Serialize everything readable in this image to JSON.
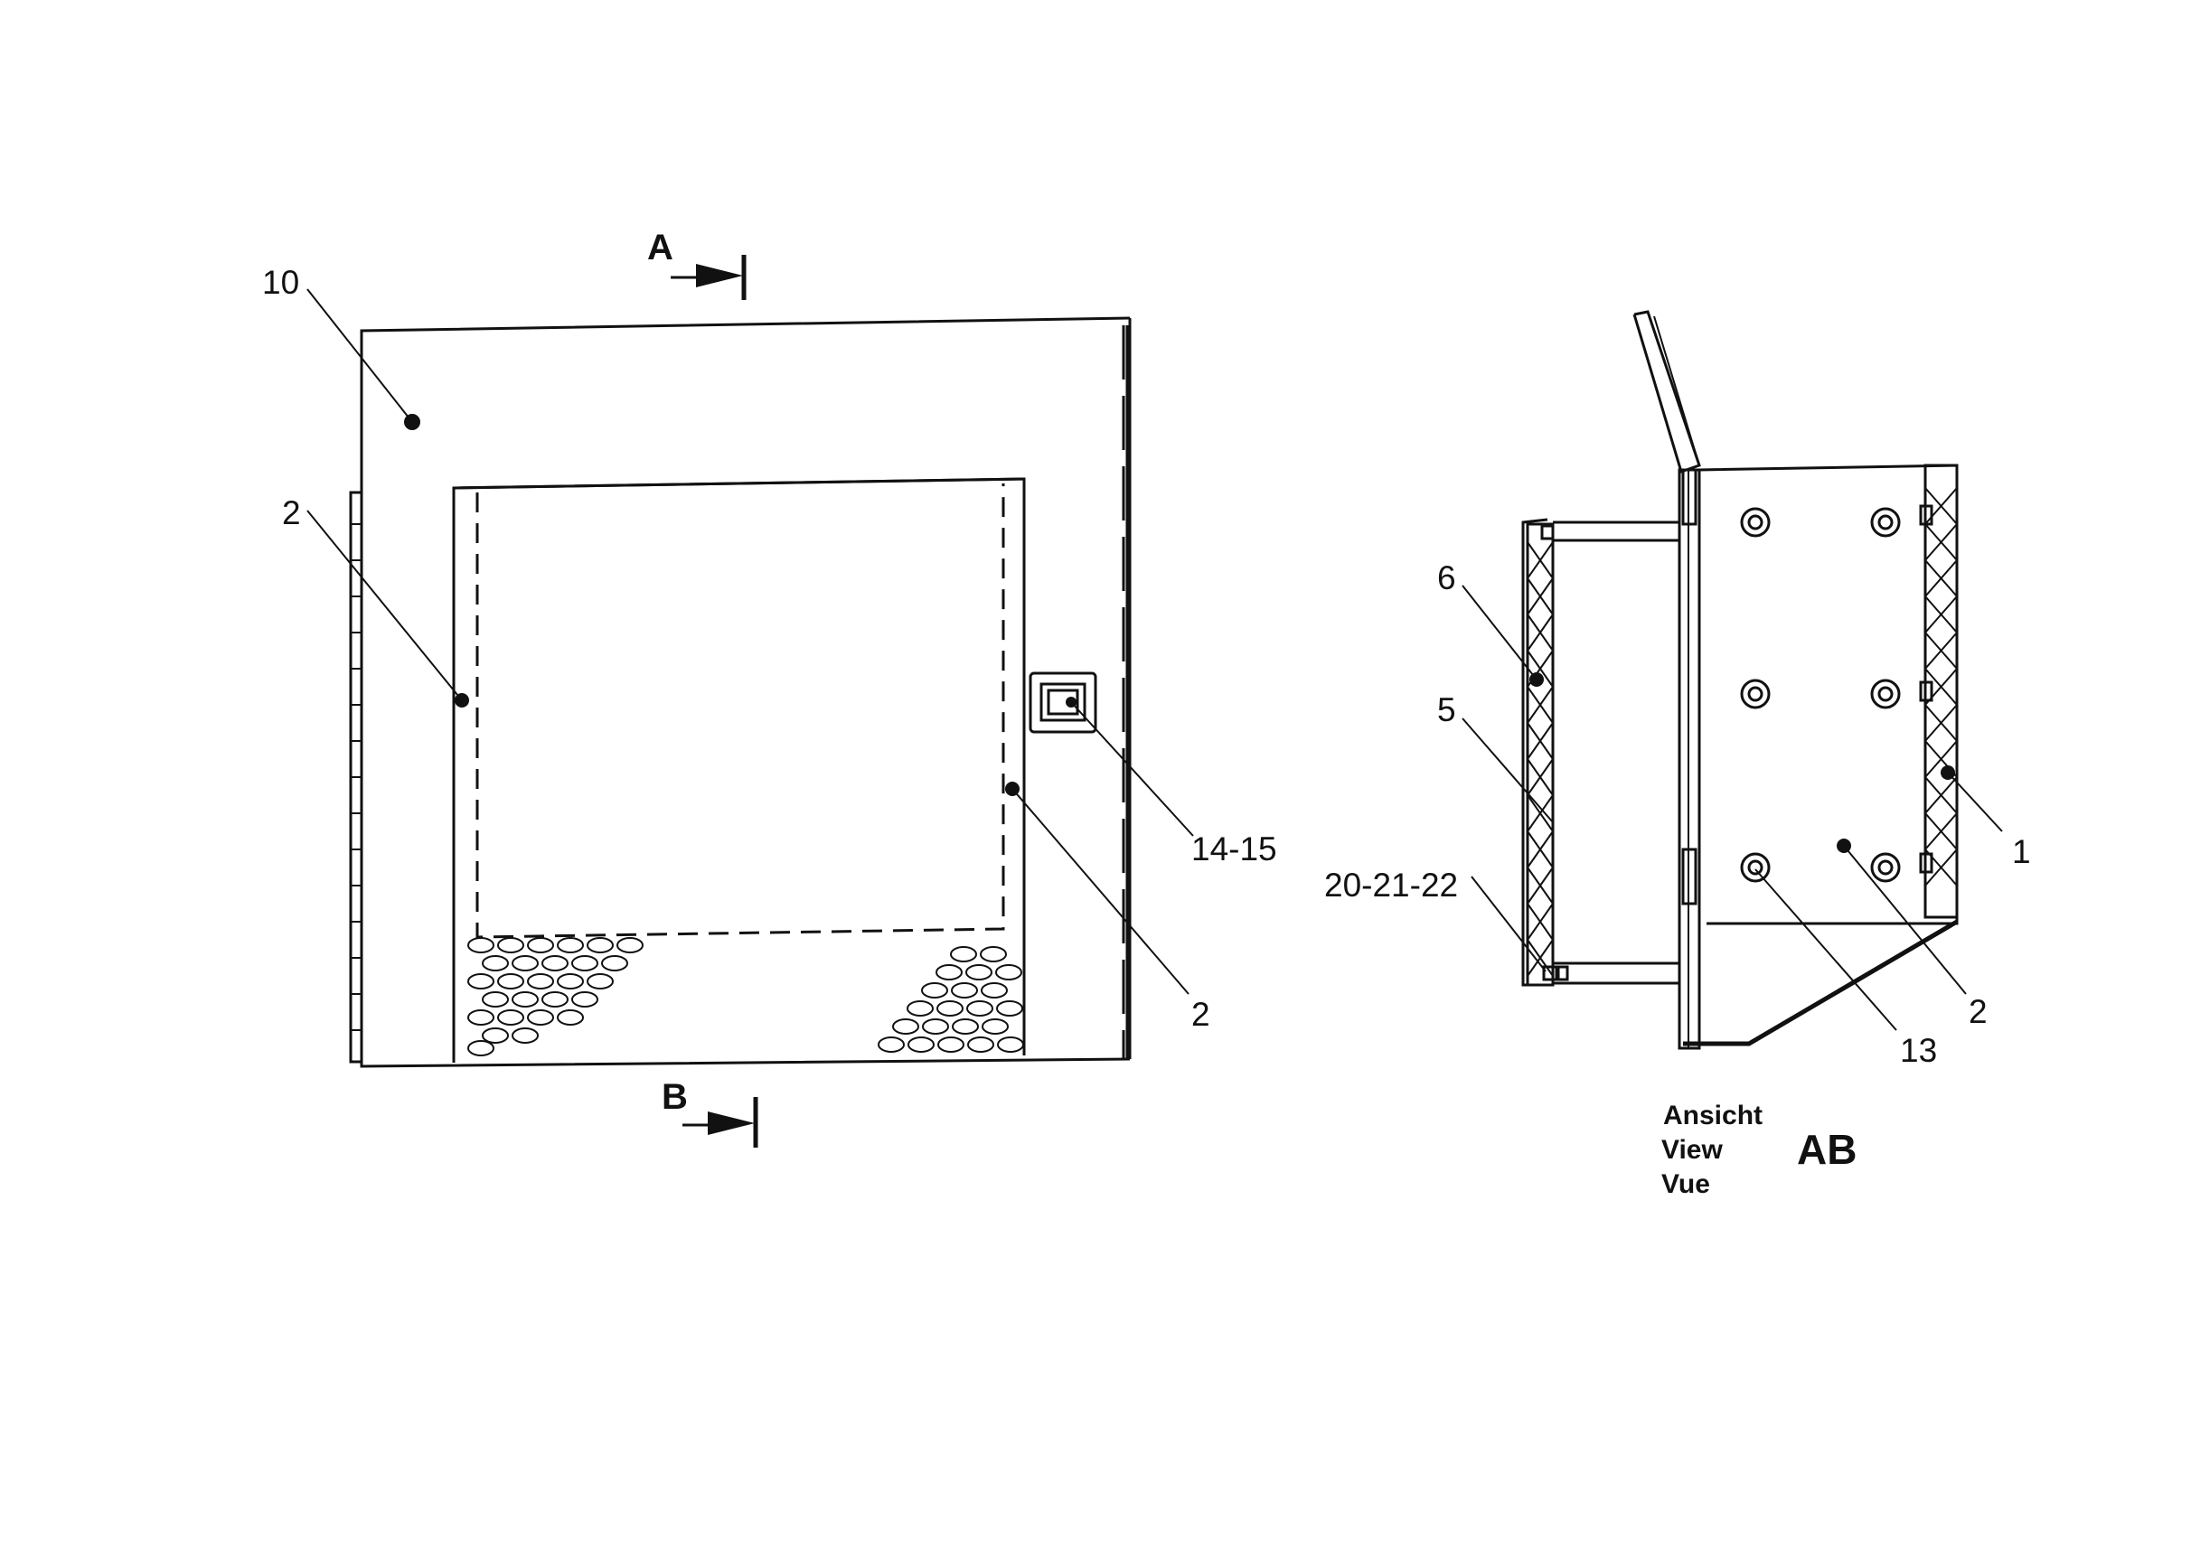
{
  "front_view": {
    "section_a": "A",
    "section_b": "B",
    "callouts": {
      "housing": "10",
      "left_panel": "2",
      "latch": "14-15",
      "right_panel": "2"
    }
  },
  "side_view": {
    "callouts": {
      "seal_outer": "6",
      "seal_inner": "5",
      "fasteners": "20-21-22",
      "frame": "1",
      "panel": "2",
      "bolt": "13"
    },
    "caption": {
      "line1": "Ansicht",
      "line2": "View",
      "line3": "Vue",
      "code": "AB"
    }
  }
}
